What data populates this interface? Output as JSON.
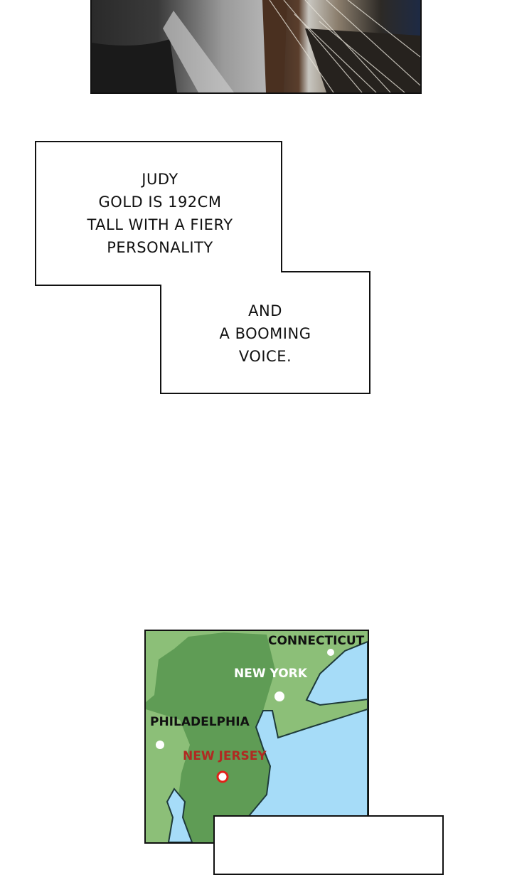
{
  "caption_box_1": {
    "lines": [
      "JUDY",
      "GOLD IS 192CM",
      "TALL WITH A FIERY",
      "PERSONALITY"
    ]
  },
  "caption_box_2": {
    "lines": [
      "AND",
      "A BOOMING",
      "VOICE."
    ]
  },
  "map": {
    "labels": {
      "connecticut": "CONNECTICUT",
      "new_york": "NEW YORK",
      "philadelphia": "PHILADELPHIA",
      "new_jersey": "NEW JERSEY"
    },
    "colors": {
      "land_light": "#8cbf78",
      "land_dark": "#5f9c55",
      "water": "#a6dcf8",
      "highlight": "#c0281e"
    }
  }
}
